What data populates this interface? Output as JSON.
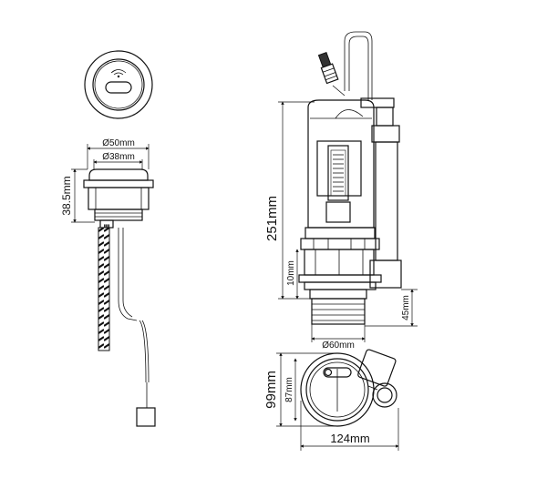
{
  "dimensions": {
    "button_outer_diameter": "Ø50mm",
    "button_inner_diameter": "Ø38mm",
    "button_height": "38.5mm",
    "valve_height": "251mm",
    "base_height": "10mm",
    "thread_height": "45mm",
    "thread_diameter": "Ø60mm",
    "base_depth_outer": "99mm",
    "base_depth_inner": "87mm",
    "base_width": "124mm"
  },
  "colors": {
    "line": "#111111",
    "background": "#ffffff"
  },
  "icons": {
    "wireless": "wifi-icon"
  }
}
